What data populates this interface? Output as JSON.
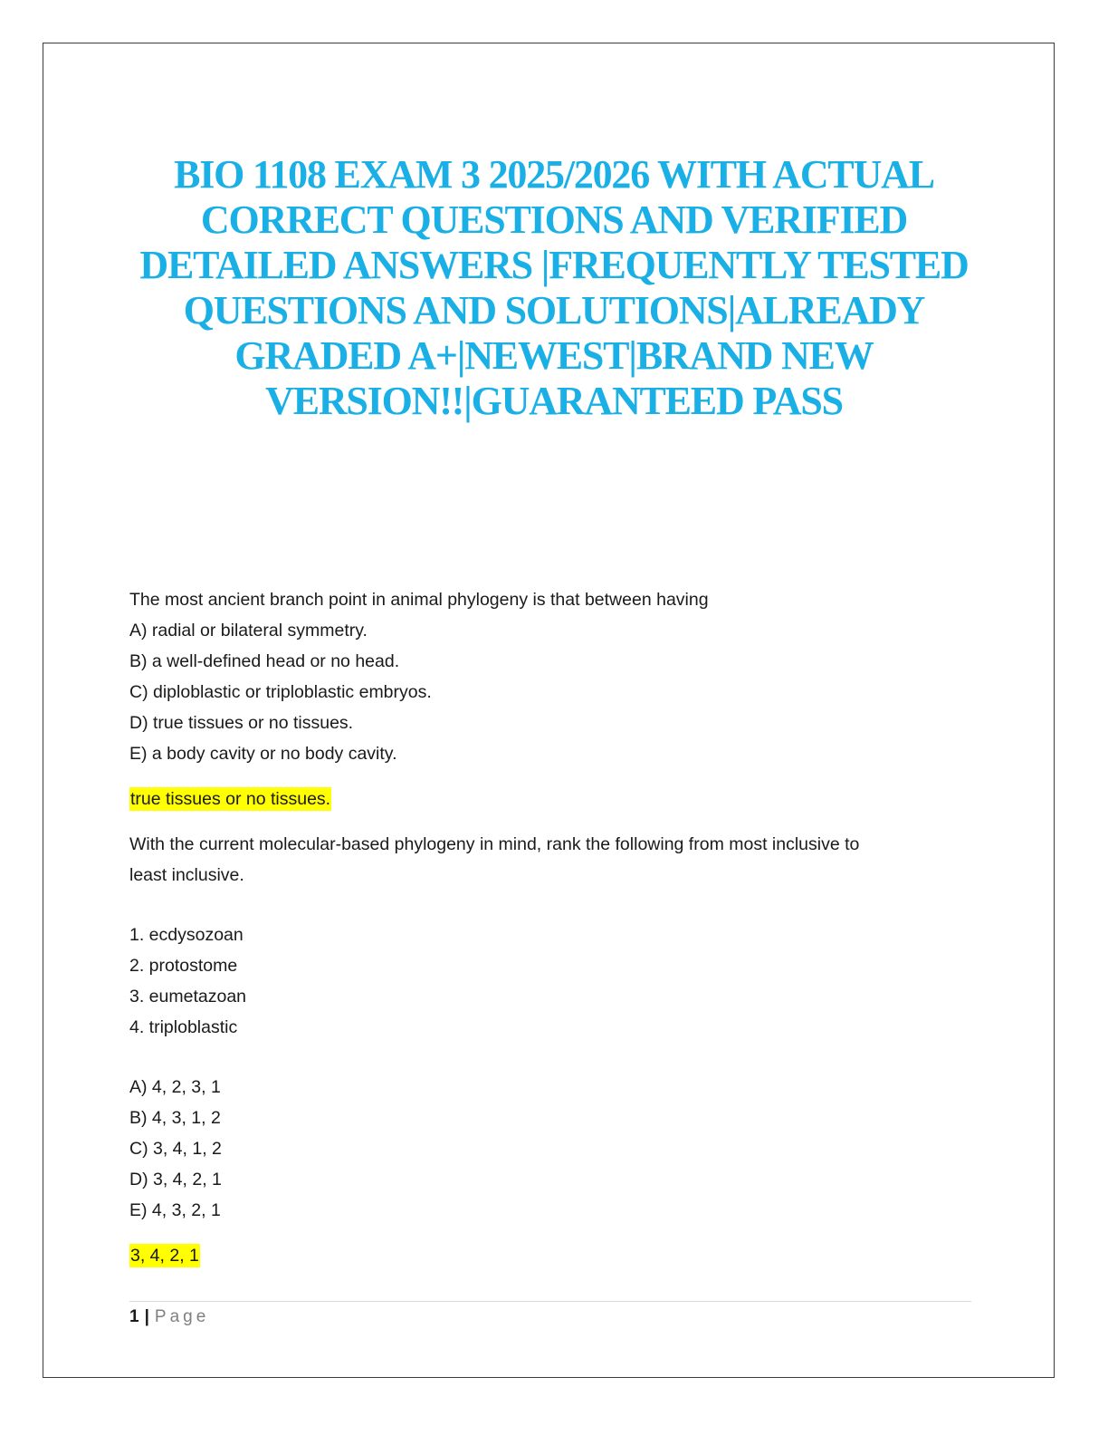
{
  "document": {
    "title": "BIO 1108 EXAM 3 2025/2026 WITH ACTUAL CORRECT QUESTIONS AND VERIFIED DETAILED ANSWERS |FREQUENTLY TESTED QUESTIONS AND SOLUTIONS|ALREADY GRADED A+|NEWEST|BRAND NEW VERSION!!|GUARANTEED PASS",
    "accent_color": "#1ab0e6",
    "highlight_color": "#ffff00"
  },
  "question1": {
    "prompt": "The most ancient branch point in animal phylogeny is that between having",
    "options": [
      "A) radial or bilateral symmetry.",
      "B) a well-defined head or no head.",
      "C) diploblastic or triploblastic embryos.",
      "D) true tissues or no tissues.",
      "E) a body cavity or no body cavity."
    ],
    "answer": "true tissues or no tissues."
  },
  "question2": {
    "prompt_line1": "With the current molecular-based phylogeny in mind, rank the following from most inclusive to",
    "prompt_line2": "least inclusive.",
    "items": [
      "1. ecdysozoan",
      "2. protostome",
      "3. eumetazoan",
      "4. triploblastic"
    ],
    "options": [
      "A) 4, 2, 3, 1",
      "B) 4, 3, 1, 2",
      "C) 3, 4, 1, 2",
      "D) 3, 4, 2, 1",
      "E) 4, 3, 2, 1"
    ],
    "answer": "3, 4, 2, 1"
  },
  "footer": {
    "page_number": "1",
    "separator": "|",
    "page_label": "Page"
  }
}
